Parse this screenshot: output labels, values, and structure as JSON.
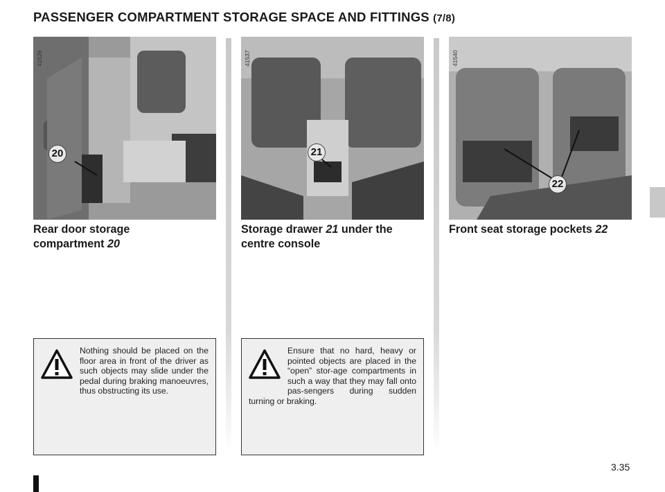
{
  "header": {
    "title": "PASSENGER COMPARTMENT STORAGE SPACE AND FITTINGS",
    "section_suffix": "(7/8)"
  },
  "panels": [
    {
      "ref": "41526",
      "callout": "20",
      "caption_text": "Rear door storage compartment",
      "caption_ref": "20"
    },
    {
      "ref": "41537",
      "callout": "21",
      "caption_text": "Storage drawer",
      "caption_ref": "21",
      "caption_tail": "under the centre console"
    },
    {
      "ref": "41540",
      "callout": "22",
      "caption_text": "Front seat storage pockets",
      "caption_ref": "22"
    }
  ],
  "warnings": [
    {
      "icon": "warning-triangle-icon",
      "text": "Nothing should be placed on the floor area in front of the driver as such objects may slide under the pedal during braking manoeuvres, thus obstructing its use."
    },
    {
      "icon": "warning-triangle-icon",
      "text": "Ensure that no hard, heavy or pointed objects are placed in the “open” stor-age compartments in such a way that they may fall onto pas-sengers during sudden turning or braking."
    }
  ],
  "footer": {
    "page_number": "3.35"
  }
}
